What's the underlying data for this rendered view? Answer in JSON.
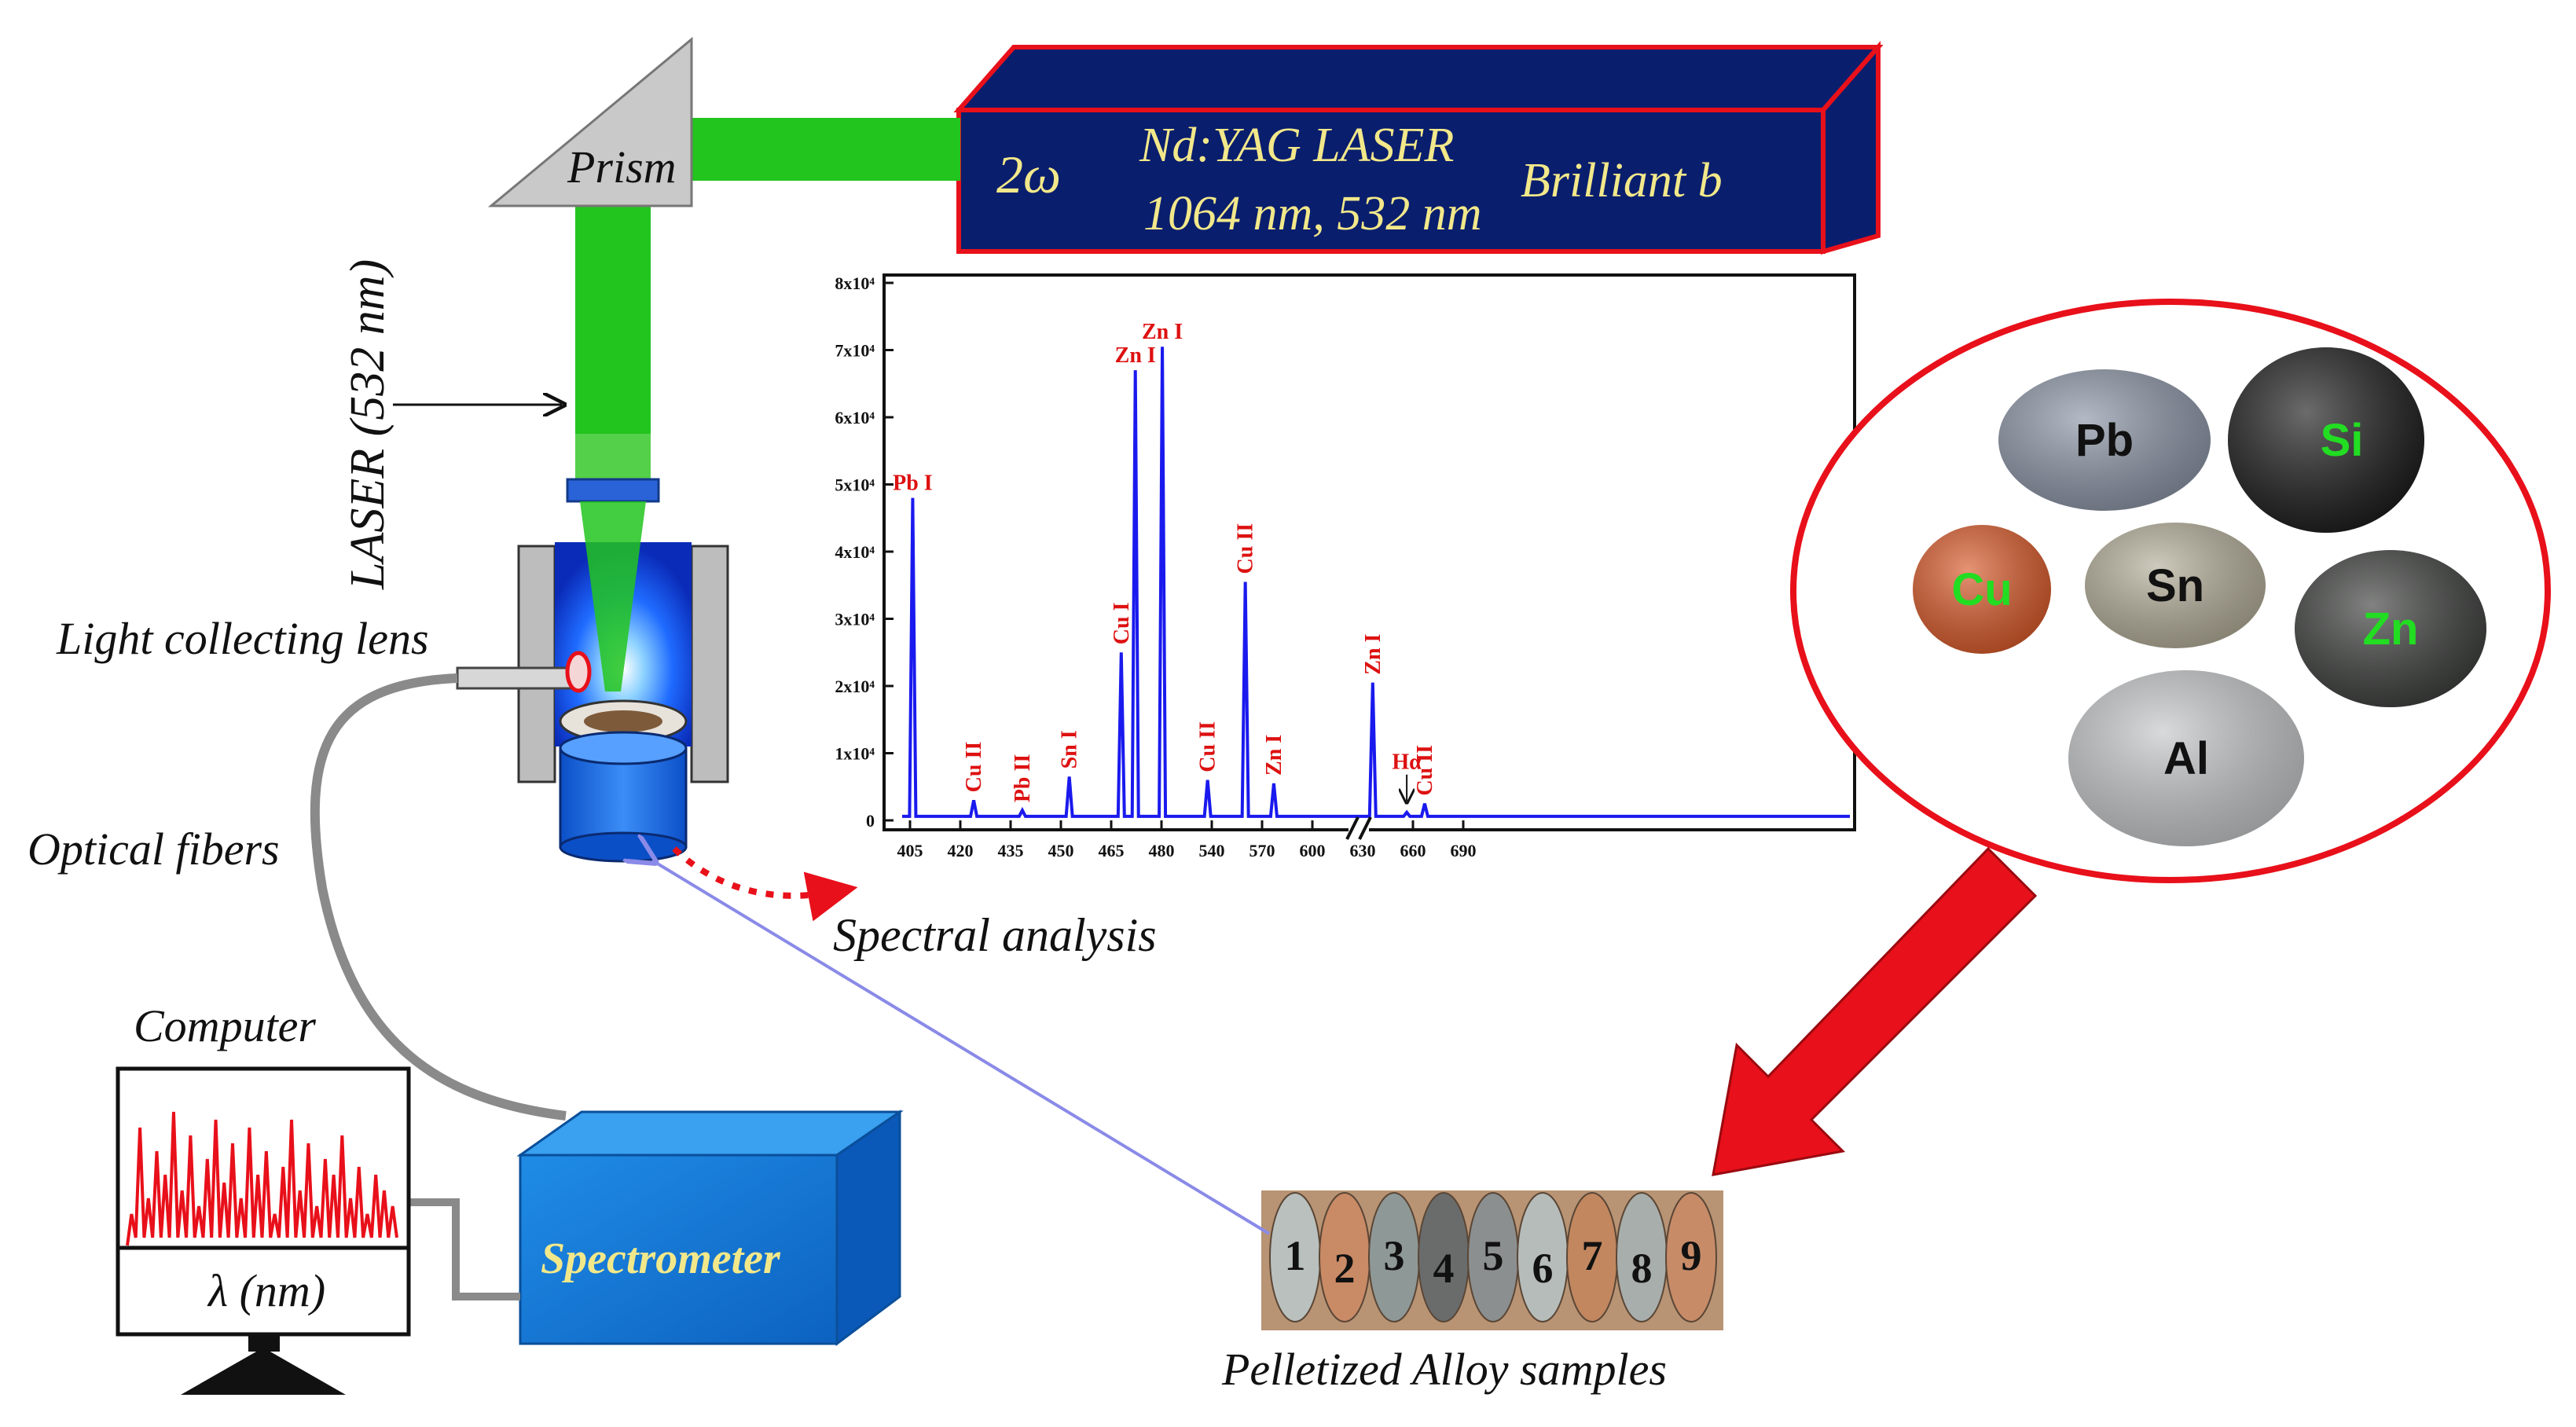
{
  "laser": {
    "title": "Nd:YAG LASER",
    "wavelengths": "1064 nm, 532 nm",
    "model": "Brilliant b",
    "harmonic": "2ω",
    "body_color": "#0a1e6e",
    "border_color": "#e8101a",
    "text_color": "#f2e88a"
  },
  "prism": {
    "label": "Prism"
  },
  "beam": {
    "label": "LASER (532 nm)",
    "color": "#22c41e"
  },
  "labels": {
    "lens": "Light collecting lens",
    "fibers": "Optical fibers",
    "computer": "Computer",
    "computer_axis": "λ (nm)",
    "spectrometer": "Spectrometer",
    "spectral_analysis": "Spectral analysis",
    "samples": "Pelletized Alloy samples"
  },
  "powders": [
    {
      "name": "Pb",
      "color": "#8c95a6",
      "text_color": "#111111"
    },
    {
      "name": "Si",
      "color": "#1c1c1c",
      "text_color": "#22dd22"
    },
    {
      "name": "Cu",
      "color": "#d85a2a",
      "text_color": "#22dd22"
    },
    {
      "name": "Sn",
      "color": "#b3ad98",
      "text_color": "#111111"
    },
    {
      "name": "Zn",
      "color": "#3d3f3d",
      "text_color": "#22dd22"
    },
    {
      "name": "Al",
      "color": "#c4c6c8",
      "text_color": "#111111"
    }
  ],
  "samples": [
    {
      "number": "1",
      "color": "#b9c0bd"
    },
    {
      "number": "2",
      "color": "#c98a66"
    },
    {
      "number": "3",
      "color": "#8e9896"
    },
    {
      "number": "4",
      "color": "#6a6c6c"
    },
    {
      "number": "5",
      "color": "#8b8f8f"
    },
    {
      "number": "6",
      "color": "#b6bcba"
    },
    {
      "number": "7",
      "color": "#c2875f"
    },
    {
      "number": "8",
      "color": "#a8aeab"
    },
    {
      "number": "9",
      "color": "#c78b68"
    }
  ],
  "chart_data": {
    "type": "line",
    "series_color": "#1a1aee",
    "label_color": "#dd1111",
    "x_ticks": [
      "405",
      "420",
      "435",
      "450",
      "465",
      "480",
      "540",
      "570",
      "600",
      "630",
      "660",
      "690"
    ],
    "y_ticks": [
      "0",
      "1x10⁴",
      "2x10⁴",
      "3x10⁴",
      "4x10⁴",
      "5x10⁴",
      "6x10⁴",
      "7x10⁴",
      "8x10⁴"
    ],
    "ylim": [
      0,
      80000
    ],
    "x_axis_break_between": [
      480,
      540
    ],
    "peaks": [
      {
        "x": 405.8,
        "y": 48000,
        "label": "Pb I"
      },
      {
        "x": 424.0,
        "y": 3000,
        "label": "Cu II"
      },
      {
        "x": 438.5,
        "y": 1500,
        "label": "Pb II"
      },
      {
        "x": 452.5,
        "y": 6500,
        "label": "Sn I"
      },
      {
        "x": 468.0,
        "y": 25000,
        "label": "Cu I"
      },
      {
        "x": 472.2,
        "y": 67000,
        "label": "Zn I"
      },
      {
        "x": 481.0,
        "y": 70500,
        "label": "Zn I"
      },
      {
        "x": 535.0,
        "y": 6000,
        "label": "Cu II"
      },
      {
        "x": 560.0,
        "y": 35500,
        "label": "Cu II"
      },
      {
        "x": 577.0,
        "y": 5500,
        "label": "Zn I"
      },
      {
        "x": 636.0,
        "y": 20500,
        "label": "Zn I"
      },
      {
        "x": 656.3,
        "y": 1200,
        "label": "Hα"
      },
      {
        "x": 667.0,
        "y": 2500,
        "label": "Cu II"
      }
    ]
  }
}
